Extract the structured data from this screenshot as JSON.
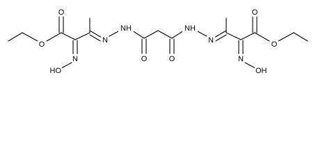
{
  "figure": {
    "kind": "chemical-structure",
    "colors": {
      "background": "#ffffff",
      "ink": "#000000"
    }
  },
  "atoms": {
    "o_ester_carbonyl_left": "O",
    "o_ester_ether_left": "O",
    "n_oxime_left": "N",
    "oh_oxime_left": "HO",
    "n_imine_left": "N",
    "nh_left": "NH",
    "o_amide_left": "O",
    "o_amide_right": "O",
    "nh_right": "NH",
    "n_imine_right": "N",
    "n_oxime_right": "N",
    "oh_oxime_right": "OH",
    "o_ester_carbonyl_right": "O",
    "o_ester_ether_right": "O"
  }
}
